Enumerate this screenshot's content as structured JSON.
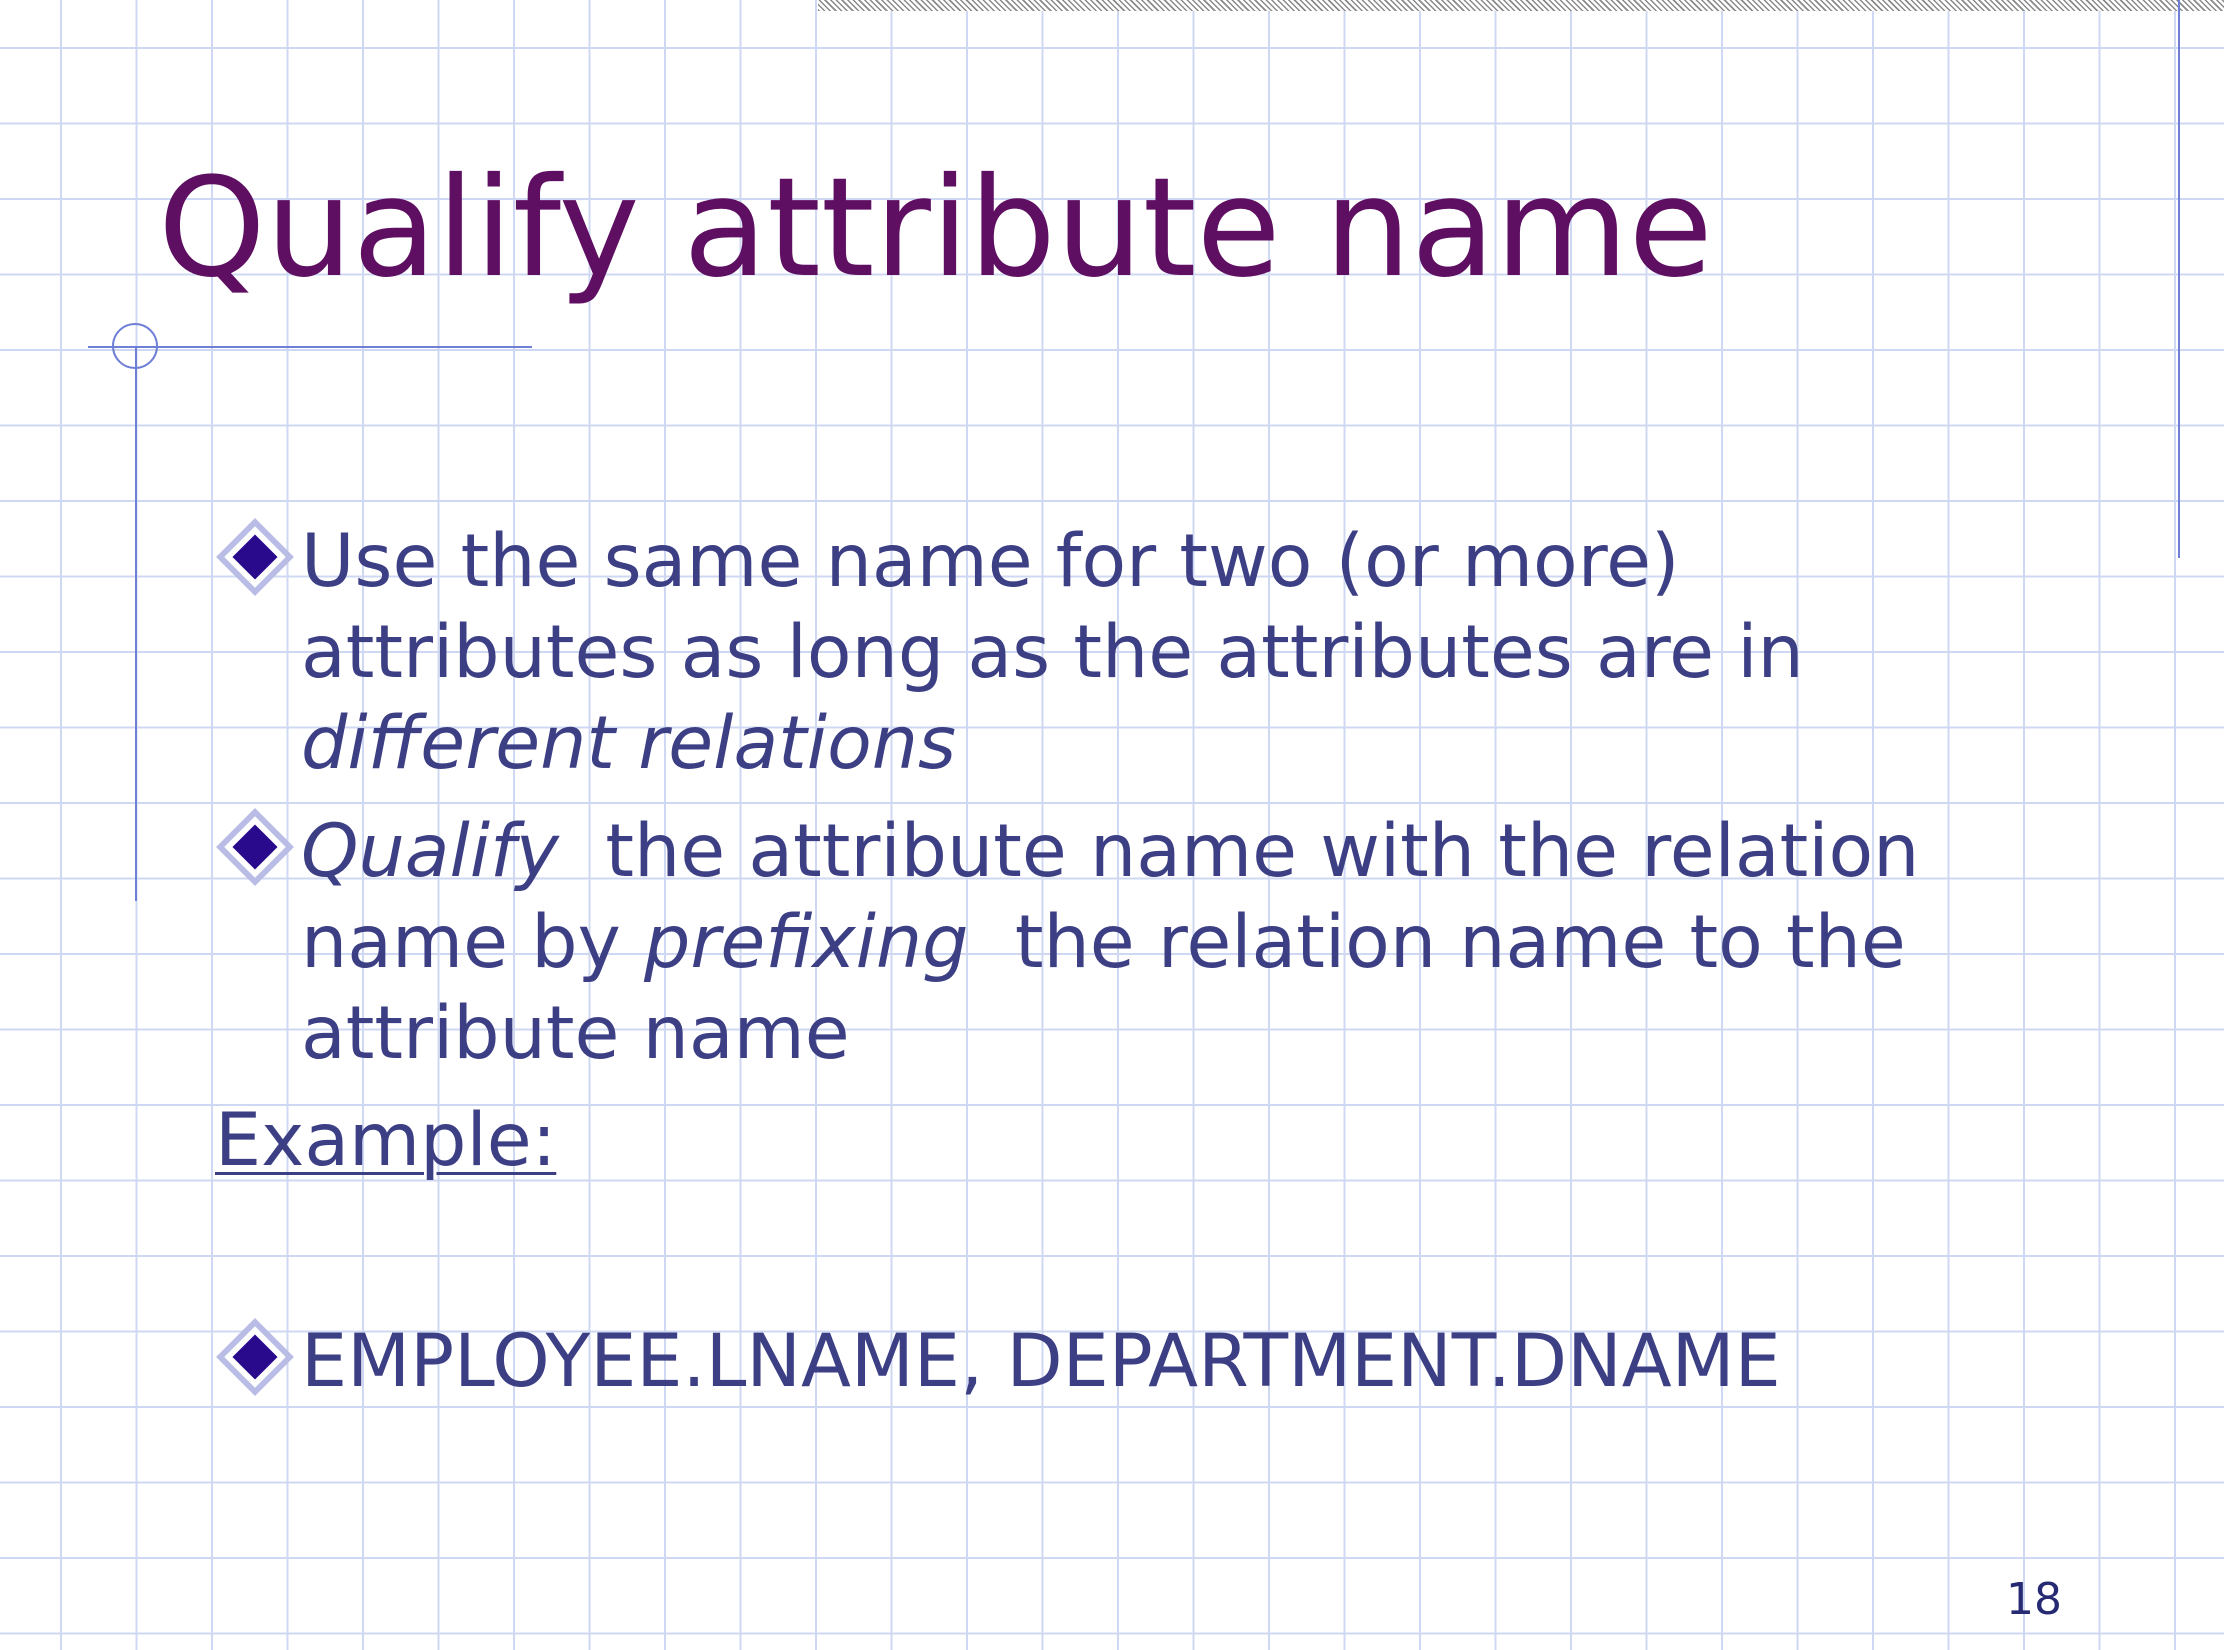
{
  "slide": {
    "title": "Qualify attribute name",
    "bullets": [
      {
        "lines": [
          [
            {
              "text": "Use the same name for two (or more)",
              "italic": false
            }
          ],
          [
            {
              "text": "attributes as long as the attributes are in",
              "italic": false
            }
          ],
          [
            {
              "text": "different relations",
              "italic": true
            }
          ]
        ]
      },
      {
        "lines": [
          [
            {
              "text": "Qualify",
              "italic": true
            },
            {
              "text": "  the attribute name with the relation",
              "italic": false
            }
          ],
          [
            {
              "text": "name by ",
              "italic": false
            },
            {
              "text": "prefixing",
              "italic": true
            },
            {
              "text": "  the relation name to the",
              "italic": false
            }
          ],
          [
            {
              "text": "attribute name",
              "italic": false
            }
          ]
        ]
      }
    ],
    "example_label": "Example:",
    "example_bullet": "EMPLOYEE.LNAME, DEPARTMENT.DNAME",
    "page_number": "18"
  },
  "colors": {
    "title": "#5e0f61",
    "body_text": "#3c3f84",
    "bullet_diamond": "#2a0a8c",
    "grid": "#cfd8f2",
    "accent_rule": "#6f7fd6"
  },
  "icons": {
    "bullet": "diamond-bullet-icon"
  }
}
